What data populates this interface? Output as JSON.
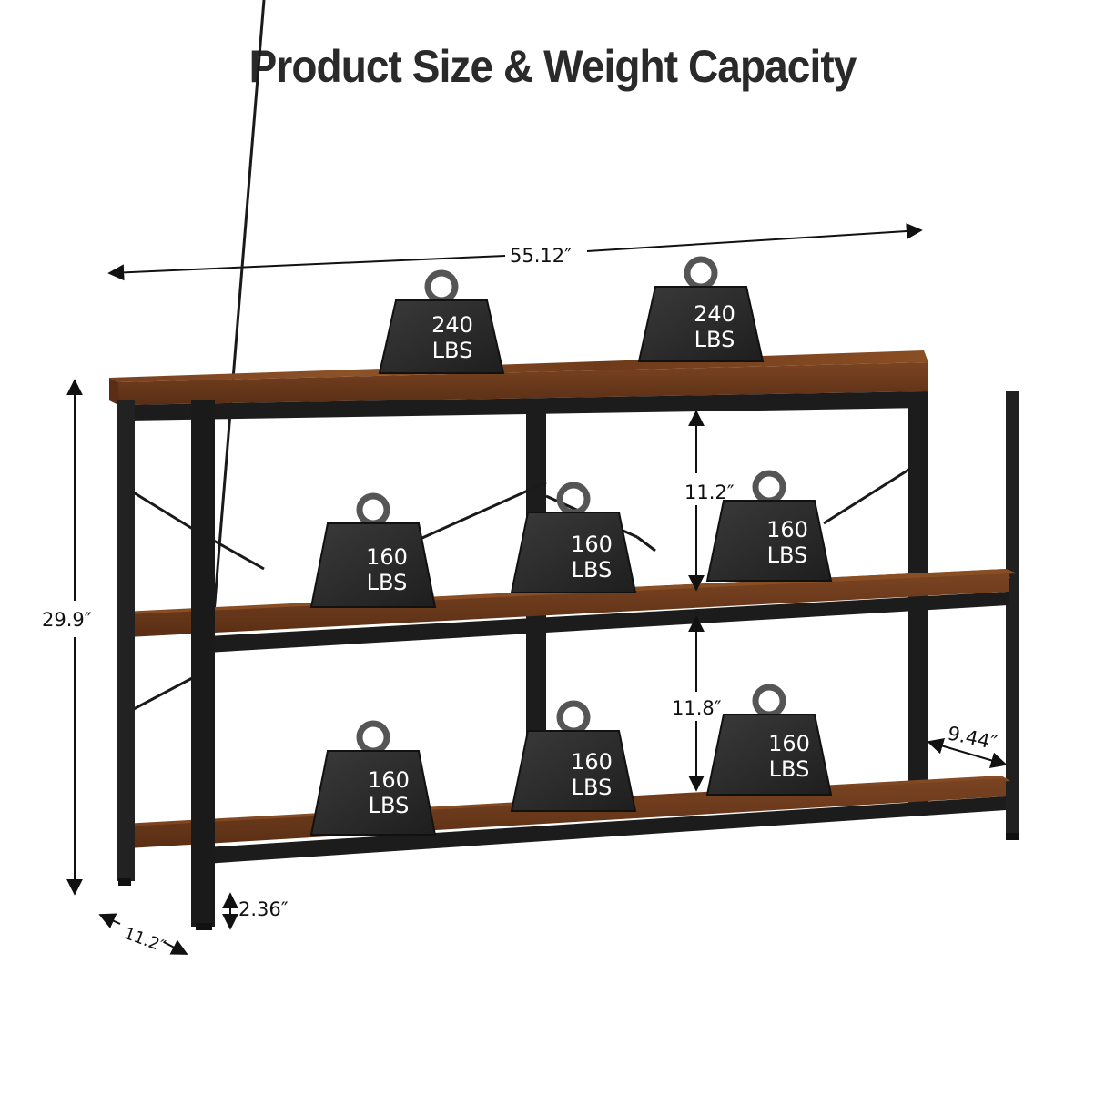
{
  "title": "Product Size & Weight Capacity",
  "dimensions": {
    "width": "55.12″",
    "height": "29.9″",
    "depth": "11.2″",
    "top_shelf_gap": "11.2″",
    "bottom_shelf_gap": "11.8″",
    "shelf_depth": "9.44″",
    "ground_clearance": "2.36″"
  },
  "weights": {
    "top": [
      {
        "value": "240",
        "unit": "LBS"
      },
      {
        "value": "240",
        "unit": "LBS"
      }
    ],
    "middle": [
      {
        "value": "160",
        "unit": "LBS"
      },
      {
        "value": "160",
        "unit": "LBS"
      },
      {
        "value": "160",
        "unit": "LBS"
      }
    ],
    "bottom": [
      {
        "value": "160",
        "unit": "LBS"
      },
      {
        "value": "160",
        "unit": "LBS"
      },
      {
        "value": "160",
        "unit": "LBS"
      }
    ]
  },
  "colors": {
    "wood": "#6b3a1c",
    "wood_light": "#8a4e26",
    "frame": "#1c1c1c",
    "weight": "#2e2e2e"
  }
}
